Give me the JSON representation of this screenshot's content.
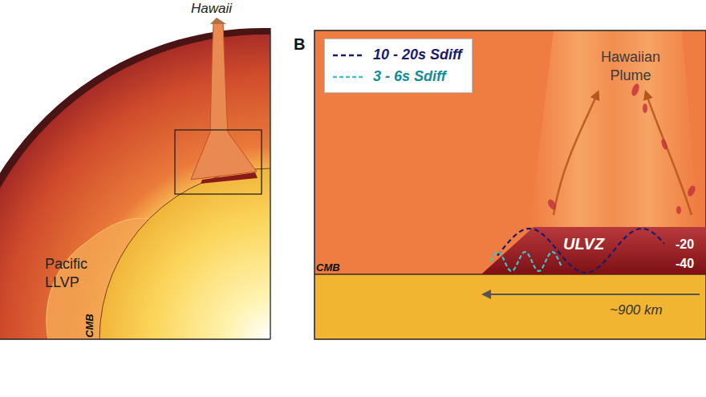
{
  "diagram": {
    "nodes": [
      {
        "text": [
          "ULVZ"
        ]
      }
    ],
    "labels": [
      "Hawaii",
      "Pacific LLVP",
      "CMB",
      "B",
      "Hawaiian Plume",
      "-20",
      "-40",
      "CMB",
      "~900 km"
    ],
    "legend": [
      {
        "text": "10 - 20s Sdiff"
      },
      {
        "text": "3 - 6s Sdiff"
      }
    ]
  }
}
